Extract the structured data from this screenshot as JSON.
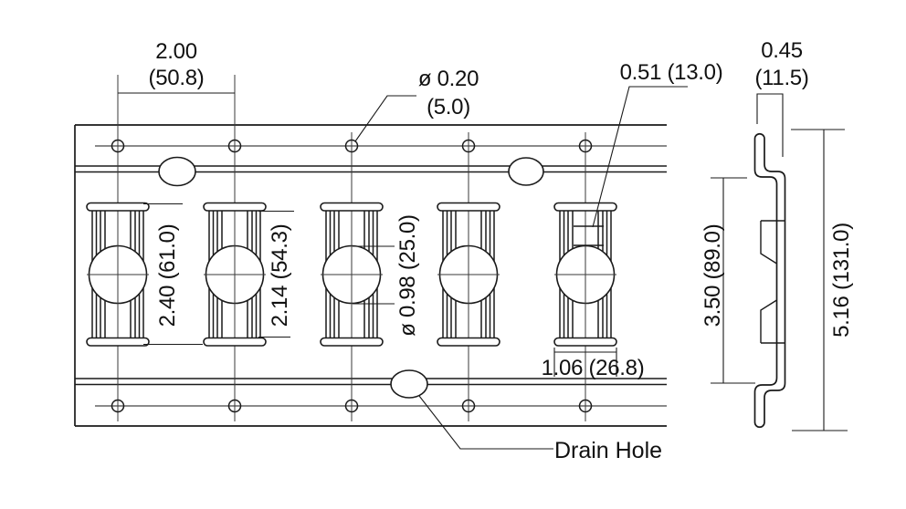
{
  "labels": {
    "hole_spacing_in": "2.00",
    "hole_spacing_mm": "(50.8)",
    "hole_diameter_in": "ø 0.20",
    "hole_diameter_mm": "(5.0)",
    "tab_width": "0.51 (13.0)",
    "flange_depth_in": "0.45",
    "flange_depth_mm": "(11.5)",
    "slot_outer_length": "2.40 (61.0)",
    "slot_inner_length": "2.14 (54.3)",
    "circle_diameter": "ø 0.98 (25.0)",
    "side_span": "3.50 (89.0)",
    "side_total_height": "5.16 (131.0)",
    "slot_width": "1.06 (26.8)",
    "drain_hole": "Drain Hole"
  },
  "colors": {
    "line": "#1a1a1a",
    "thin_line": "#2b2b2b",
    "centerline": "#8a8a8a",
    "background": "#ffffff"
  }
}
